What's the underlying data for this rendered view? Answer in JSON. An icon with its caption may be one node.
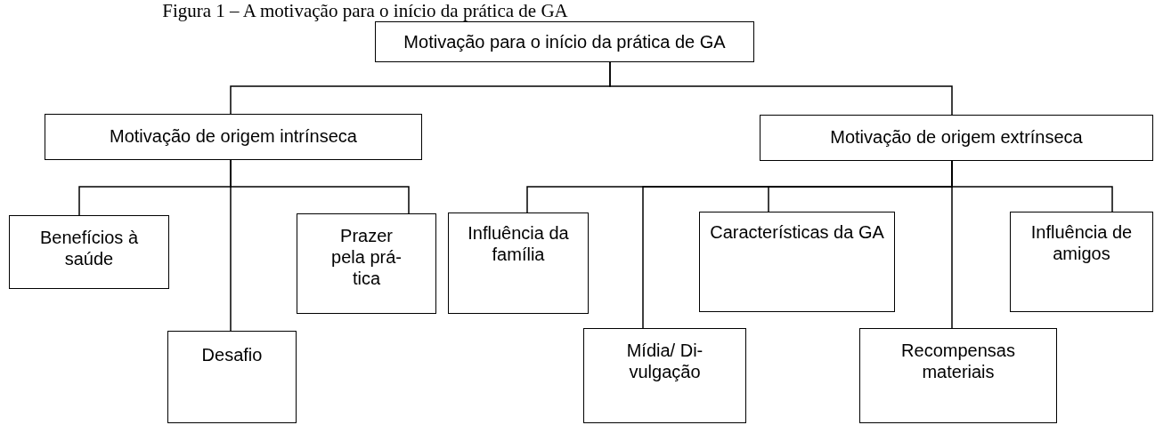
{
  "diagram": {
    "title": "Figura 1 – A motivação para o início da prática de GA",
    "nodes": [
      {
        "text": [
          "Motivação para o início da prática de GA"
        ]
      },
      {
        "text": [
          "Motivação de origem intrínseca"
        ]
      },
      {
        "text": [
          "Motivação de origem extrínseca"
        ]
      },
      {
        "text": [
          "Benefícios à saúde"
        ]
      },
      {
        "text": [
          "Prazer pela prá- tica"
        ]
      },
      {
        "text": [
          "Influência da família"
        ]
      },
      {
        "text": [
          "Características da GA"
        ]
      },
      {
        "text": [
          "Influência de amigos"
        ]
      },
      {
        "text": [
          "Desafio"
        ]
      },
      {
        "text": [
          "Mídia/ Di- vulgação"
        ]
      },
      {
        "text": [
          "Recompensas materiais"
        ]
      }
    ],
    "edges": [
      {
        "from": 0,
        "to": 1,
        "arrow": "none"
      },
      {
        "from": 0,
        "to": 2,
        "arrow": "none"
      },
      {
        "from": 1,
        "to": 3,
        "arrow": "none"
      },
      {
        "from": 1,
        "to": 8,
        "arrow": "none"
      },
      {
        "from": 1,
        "to": 4,
        "arrow": "none"
      },
      {
        "from": 2,
        "to": 5,
        "arrow": "none"
      },
      {
        "from": 2,
        "to": 9,
        "arrow": "none"
      },
      {
        "from": 2,
        "to": 6,
        "arrow": "none"
      },
      {
        "from": 2,
        "to": 10,
        "arrow": "none"
      },
      {
        "from": 2,
        "to": 7,
        "arrow": "none"
      }
    ]
  }
}
